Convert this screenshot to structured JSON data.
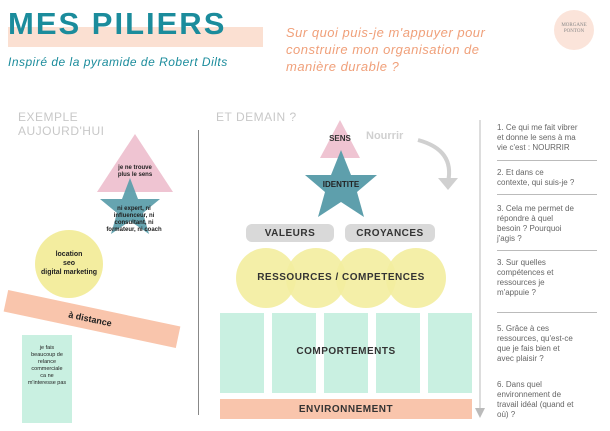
{
  "header": {
    "title": "MES PILIERS",
    "subtitle": "Inspiré de la pyramide de Robert Dilts",
    "question": "Sur quoi puis-je m'appuyer pour construire mon organisation de manière durable ?",
    "logo_line1": "MORGANE",
    "logo_line2": "PONTON"
  },
  "left": {
    "section_line1": "EXEMPLE",
    "section_line2": "AUJOURD'HUI",
    "triangle_text_line1": "je ne trouve",
    "triangle_text_line2": "plus le sens",
    "star_text_line1": "ni expert, ni",
    "star_text_line2": "influenceur, ni",
    "star_text_line3": "consultant, ni",
    "star_text_line4": "formateur, ni coach",
    "circle_text_line1": "location",
    "circle_text_line2": "seo",
    "circle_text_line3": "digital marketing",
    "band_text": "à distance",
    "box_text_line1": "je fais",
    "box_text_line2": "beaucoup de",
    "box_text_line3": "relance",
    "box_text_line4": "commerciale",
    "box_text_line5": "ca ne",
    "box_text_line6": "m'interesse pas"
  },
  "right": {
    "section": "ET DEMAIN ?",
    "nourrir": "Nourrir",
    "sens": "SENS",
    "identite": "IDENTITE",
    "valeurs": "VALEURS",
    "croyances": "CROYANCES",
    "ressources": "RESSOURCES / COMPETENCES",
    "comportements": "COMPORTEMENTS",
    "environnement": "ENVIRONNEMENT"
  },
  "questions": [
    {
      "text_line1": "1. Ce qui me fait vibrer",
      "text_line2": "et donne le sens à ma",
      "text_line3": "vie c'est : NOURRIR"
    },
    {
      "text_line1": "2. Et dans ce",
      "text_line2": "contexte, qui suis-je ?"
    },
    {
      "text_line1": "3. Cela me permet de",
      "text_line2": "répondre à quel",
      "text_line3": "besoin ? Pourquoi",
      "text_line4": "j'agis ?"
    },
    {
      "text_line1": "3. Sur quelles",
      "text_line2": "compétences  et",
      "text_line3": "ressources je",
      "text_line4": "m'appuie ?"
    },
    {
      "text_line1": "5. Grâce à ces",
      "text_line2": "ressources, qu'est-ce",
      "text_line3": "que je fais bien et",
      "text_line4": "avec plaisir ?"
    },
    {
      "text_line1": "6. Dans quel",
      "text_line2": "environnement de",
      "text_line3": "travail idéal (quand et",
      "text_line4": "où) ?"
    }
  ],
  "colors": {
    "teal": "#1b8c9c",
    "peach": "#f0a07a",
    "pink": "#efc4d2",
    "star": "#5e9fac",
    "yellow": "#f3ed9f",
    "mint": "#c9f0e1",
    "salmon": "#f9c5ac"
  }
}
